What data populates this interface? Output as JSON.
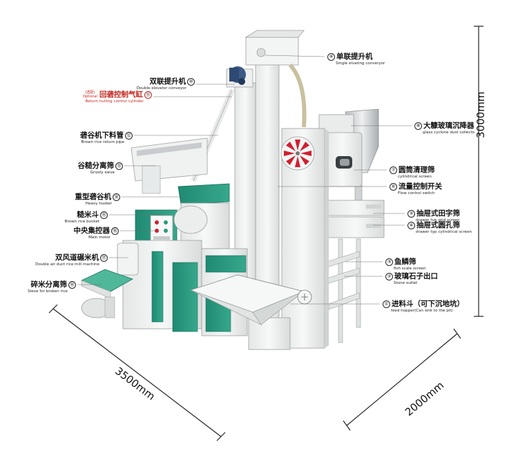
{
  "labels_right": [
    {
      "n": "⑨",
      "cn": "单联提升机",
      "en": "Single elvating converyor"
    },
    {
      "n": "⑧",
      "cn": "大糠玻璃沉降器",
      "en": "glass cyclone dust collecto"
    },
    {
      "n": "⑦",
      "cn": "圆筒清理筛",
      "en": "cylindrical screen"
    },
    {
      "n": "⑥",
      "cn": "流量控制开关",
      "en": "Flow control switch"
    },
    {
      "n": "⑤",
      "cn": "抽屉式田字筛",
      "en": "drawer typ grid screen"
    },
    {
      "n": "④",
      "cn": "抽屉式圆孔筛",
      "en": "drawer typ cylindrical screen"
    },
    {
      "n": "③",
      "cn": "鱼鳞筛",
      "en": "fish scale screen"
    },
    {
      "n": "②",
      "cn": "玻璃石子出口",
      "en": "Stone outlet"
    },
    {
      "n": "①",
      "cn": "进料斗（可下沉地坑）",
      "en": "feed hopper(Can sink to the pit)"
    }
  ],
  "labels_left": [
    {
      "n": "⑩",
      "cn": "双联提升机",
      "en": "Double elevator conveyor"
    },
    {
      "n": "⑪",
      "cn": "回砻控制气缸",
      "en": "Return hulling control cylinder",
      "optional_cn": "(选配)",
      "optional_en": "Optional"
    },
    {
      "n": "⑫",
      "cn": "砻谷机下料管",
      "en": "Brown rice return pipe"
    },
    {
      "n": "⑬",
      "cn": "谷糙分离筛",
      "en": "Grizzly sieve"
    },
    {
      "n": "⑭",
      "cn": "重型砻谷机",
      "en": "Heavy husker"
    },
    {
      "n": "⑮",
      "cn": "糙米斗",
      "en": "Brown rice bucket"
    },
    {
      "n": "⑯",
      "cn": "中央集控器",
      "en": "Main motor"
    },
    {
      "n": "⑰",
      "cn": "双风道碾米机",
      "en": "Double air duct rice mill machine"
    },
    {
      "n": "⑱",
      "cn": "碎米分离筛",
      "en": "Sieve for broken rice"
    }
  ],
  "dimensions": {
    "height": "3000mm",
    "length": "3500mm",
    "width": "2000mm"
  },
  "colors": {
    "machine_white": "#f1f3f2",
    "machine_green": "#2a9a80",
    "motor_blue": "#3c5a86",
    "fan_red": "#d0202f",
    "leader_line": "#6e6e6e"
  }
}
